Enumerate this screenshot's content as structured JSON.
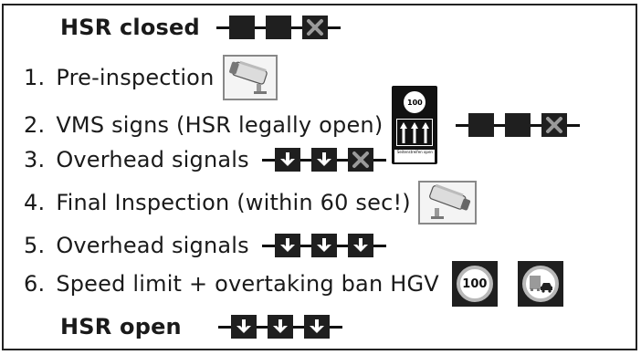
{
  "title_closed": "HSR closed",
  "title_open": "HSR open",
  "steps": [
    {
      "num": "1.",
      "text": "Pre-inspection"
    },
    {
      "num": "2.",
      "text": "VMS signs (HSR legally open)"
    },
    {
      "num": "3.",
      "text": "Overhead signals"
    },
    {
      "num": "4.",
      "text": "Final Inspection (within 60 sec!)"
    },
    {
      "num": "5.",
      "text": "Overhead signals"
    },
    {
      "num": "6.",
      "text": "Speed limit + overtaking ban HGV"
    }
  ],
  "vms_sign": {
    "speed": "100",
    "footer": "Seitenstreifen open"
  },
  "speed_limit_sign": "100",
  "colors": {
    "sign_dark": "#1f1f1f",
    "cross_grey": "#9a9a9a",
    "arrow_white": "#ffffff"
  },
  "signal_states": {
    "closed": [
      "blank",
      "blank",
      "cross"
    ],
    "step2": [
      "blank",
      "blank",
      "cross"
    ],
    "step3": [
      "arrow-down",
      "arrow-down",
      "cross"
    ],
    "step5": [
      "arrow-down",
      "arrow-down",
      "arrow-down"
    ],
    "open": [
      "arrow-down",
      "arrow-down",
      "arrow-down"
    ]
  },
  "icons": [
    "camera-icon",
    "vms-sign-icon",
    "speed-limit-100-icon",
    "hgv-overtaking-ban-icon",
    "arrow-down-icon",
    "cross-icon"
  ]
}
